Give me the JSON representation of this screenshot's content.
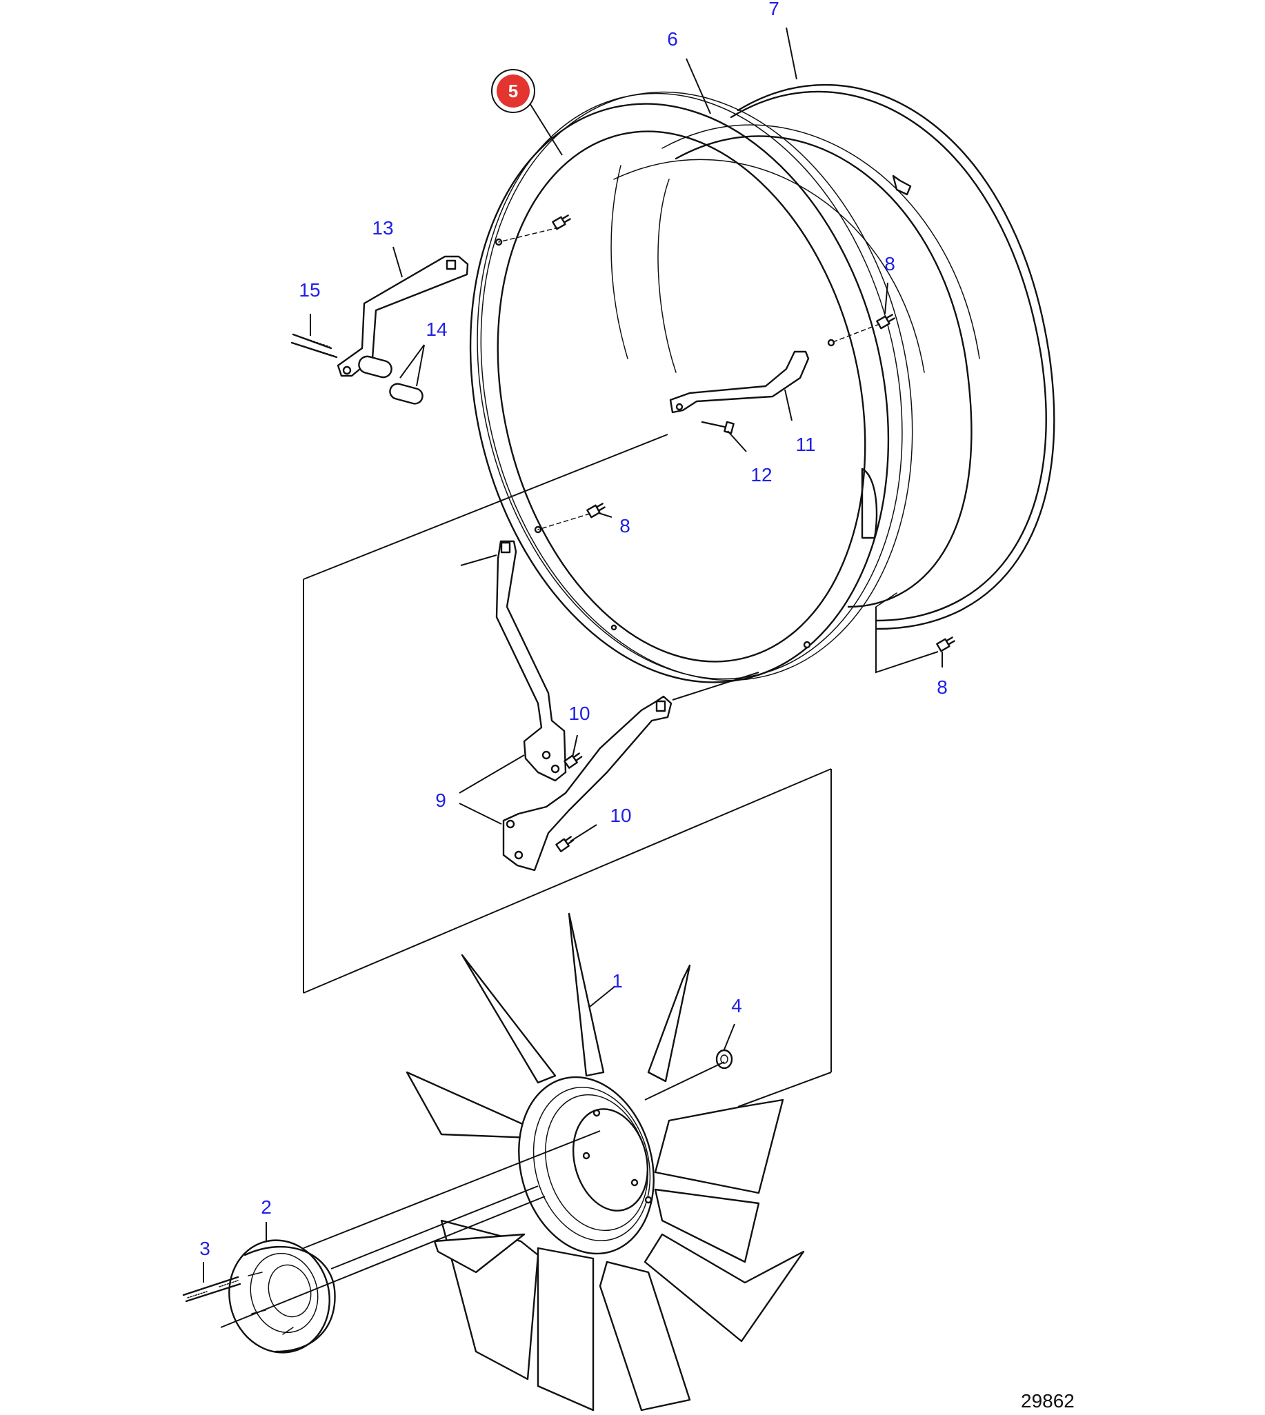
{
  "diagram": {
    "figure_number": "29862",
    "highlighted_callout": "5",
    "highlight_color": "#e3342f",
    "callout_color": "#2020e6",
    "callouts": {
      "c1": "1",
      "c2": "2",
      "c3": "3",
      "c4": "4",
      "c5": "5",
      "c6": "6",
      "c7": "7",
      "c8a": "8",
      "c8b": "8",
      "c8c": "8",
      "c9": "9",
      "c10a": "10",
      "c10b": "10",
      "c11": "11",
      "c12": "12",
      "c13": "13",
      "c14": "14",
      "c15": "15"
    },
    "parts": {
      "fan_blade": "fan-icon",
      "spacer": "spacer-icon",
      "stud": "stud-icon",
      "nut": "nut-icon",
      "fan_ring": "ring-icon",
      "fan_shroud": "shroud-icon",
      "brackets": "bracket-icon",
      "screws": "screw-icon",
      "sleeves": "sleeve-icon"
    }
  }
}
